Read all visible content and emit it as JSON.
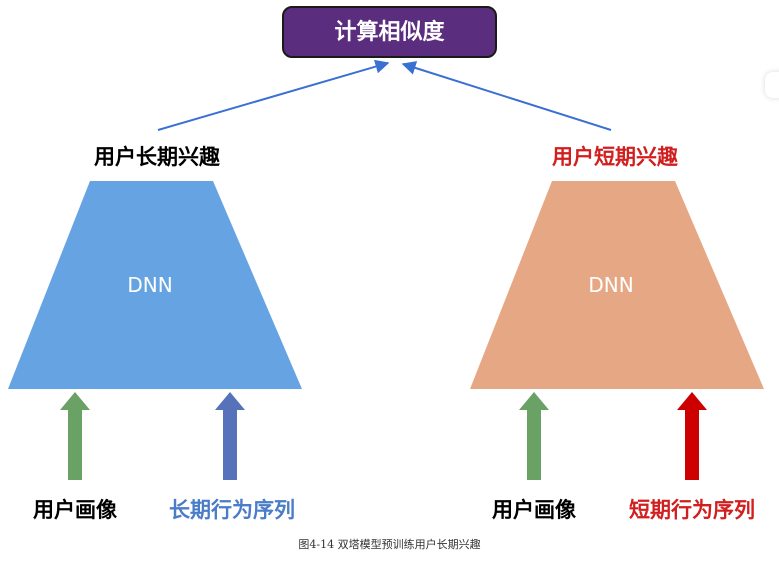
{
  "top_box": {
    "label": "计算相似度",
    "fill": "#5b2d7e",
    "text_color": "#ffffff"
  },
  "left_tower": {
    "output_label": "用户长期兴趣",
    "output_color": "#000000",
    "model_label": "DNN",
    "fill": "#66a3e3",
    "inputs": [
      {
        "label": "用户画像",
        "color": "#000000",
        "arrow_color": "#6aa165"
      },
      {
        "label": "长期行为序列",
        "color": "#4a7cc7",
        "arrow_color": "#5672ba"
      }
    ]
  },
  "right_tower": {
    "output_label": "用户短期兴趣",
    "output_color": "#d11f1f",
    "model_label": "DNN",
    "fill": "#e6a884",
    "inputs": [
      {
        "label": "用户画像",
        "color": "#000000",
        "arrow_color": "#6aa165"
      },
      {
        "label": "短期行为序列",
        "color": "#d11f1f",
        "arrow_color": "#cc0000"
      }
    ]
  },
  "connector_color": "#3a6fd3",
  "caption": "图4-14 双塔模型预训练用户长期兴趣"
}
